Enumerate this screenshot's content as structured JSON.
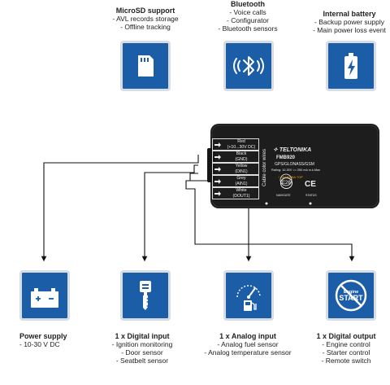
{
  "top_features": [
    {
      "title": "MicroSD support",
      "lines": [
        "- AVL records storage",
        "- Offline tracking"
      ],
      "icon": "sd-card-icon"
    },
    {
      "title": "Bluetooth",
      "lines": [
        "- Voice calls",
        "- Configurator",
        "- Bluetooth sensors"
      ],
      "icon": "bluetooth-icon"
    },
    {
      "title": "Internal battery",
      "lines": [
        "- Backup power supply",
        "- Main power loss event"
      ],
      "icon": "battery-icon"
    }
  ],
  "bottom_features": [
    {
      "title": "Power supply",
      "lines": [
        "- 10-30 V DC"
      ],
      "icon": "car-battery-icon"
    },
    {
      "title": "1 x Digital input",
      "lines": [
        "- Ignition monitoring",
        "- Door sensor",
        "- Seatbelt sensor"
      ],
      "icon": "ignition-key-icon"
    },
    {
      "title": "1 x Analog input",
      "lines": [
        "- Analog fuel sensor",
        "- Analog temperature sensor"
      ],
      "icon": "fuel-gauge-icon"
    },
    {
      "title": "1 x Digital output",
      "lines": [
        "- Engine control",
        "- Starter control",
        "- Remote switch"
      ],
      "icon": "engine-start-stop-icon"
    }
  ],
  "device": {
    "cable_label": "Cable color wires",
    "brand": "TELTONIKA",
    "model": "FMB920",
    "tech": "GPS/GLONASS/GSM",
    "rating": "Rating: 10-30V  ==  250 mA m.k.Max",
    "antenna": "↑ ANTENNA TOP",
    "navigate": "NAVIGATE",
    "status": "STATUS",
    "e_mark": "E26",
    "ce_mark": "CE",
    "wires": [
      {
        "color": "Red",
        "label": "(+10...30V DC)"
      },
      {
        "color": "Black",
        "label": "(GND)"
      },
      {
        "color": "Yellow",
        "label": "(DIN1)"
      },
      {
        "color": "Grey",
        "label": "(AIN1)"
      },
      {
        "color": "White",
        "label": "(DOUT1)"
      }
    ]
  },
  "colors": {
    "icon_box": "#1c5da8",
    "box_border": "#d8dde4",
    "device": "#1d1d1d",
    "wire": "#111111"
  }
}
